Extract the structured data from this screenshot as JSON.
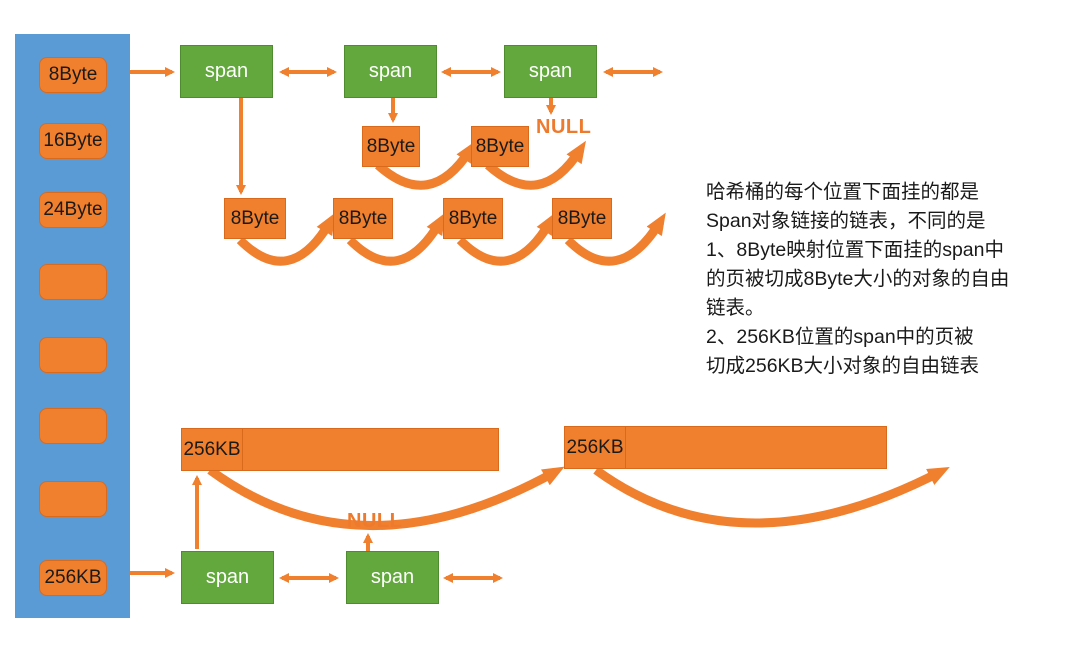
{
  "colors": {
    "bucket": "#5b9bd5",
    "span": "#62a83d",
    "object": "#f07f2e",
    "arrow": "#f07f2e",
    "null": "#ee7a2d"
  },
  "bucket_slots": [
    "8Byte",
    "16Byte",
    "24Byte",
    "",
    "",
    "",
    "",
    "256KB"
  ],
  "top_row": {
    "spans": [
      "span",
      "span",
      "span"
    ],
    "null_label": "NULL",
    "chain_a": [
      "8Byte",
      "8Byte"
    ],
    "chain_b": [
      "8Byte",
      "8Byte",
      "8Byte",
      "8Byte"
    ]
  },
  "bottom_row": {
    "spans": [
      "span",
      "span"
    ],
    "null_label": "NULL",
    "blocks": [
      "256KB",
      "256KB"
    ]
  },
  "note": {
    "lines": [
      "哈希桶的每个位置下面挂的都是",
      "Span对象链接的链表，不同的是",
      "1、8Byte映射位置下面挂的span中",
      "的页被切成8Byte大小的对象的自由",
      "链表。",
      "2、256KB位置的span中的页被",
      "切成256KB大小对象的自由链表"
    ]
  }
}
